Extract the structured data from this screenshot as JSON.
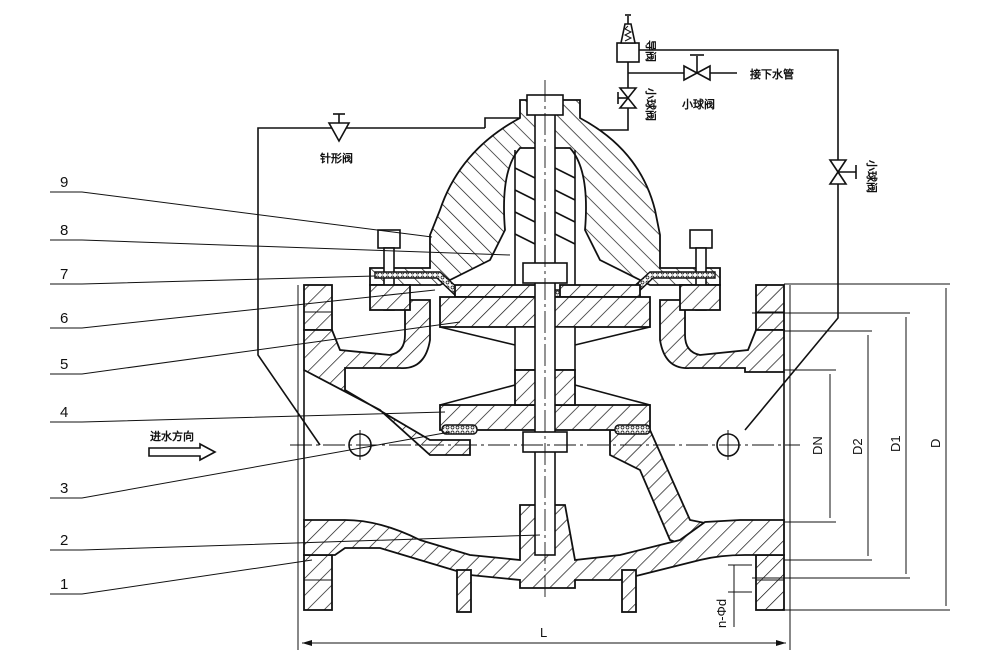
{
  "drawing": {
    "title": "Water pump control valve cross-section",
    "callouts": [
      {
        "id": "1",
        "label": "1"
      },
      {
        "id": "2",
        "label": "2"
      },
      {
        "id": "3",
        "label": "3"
      },
      {
        "id": "4",
        "label": "4"
      },
      {
        "id": "5",
        "label": "5"
      },
      {
        "id": "6",
        "label": "6"
      },
      {
        "id": "7",
        "label": "7"
      },
      {
        "id": "8",
        "label": "8"
      },
      {
        "id": "9",
        "label": "9"
      }
    ],
    "annotations": {
      "needle_valve": "针形阀",
      "pilot_valve": "导阀",
      "drain_pipe": "接下水管",
      "small_ball_valve_horizontal": "小球阀",
      "small_ball_valve_left": "小球阀",
      "small_ball_valve_right": "小球阀",
      "flow_direction": "进水方向"
    },
    "dimensions": {
      "dn": "DN",
      "d2": "D2",
      "d1": "D1",
      "d": "D",
      "bolt_holes": "n-Φd",
      "length": "L"
    }
  }
}
